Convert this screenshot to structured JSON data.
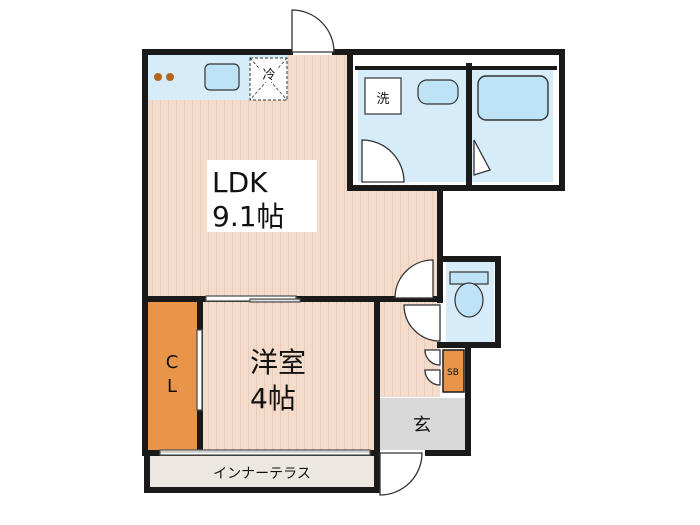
{
  "rooms": {
    "ldk_name": "LDK",
    "ldk_size": "9.1帖",
    "western_name": "洋室",
    "western_size": "4帖",
    "closet_line1": "C",
    "closet_line2": "L",
    "entrance": "玄",
    "shoe_box": "SB",
    "inner_terrace": "インナーテラス",
    "fridge": "冷",
    "washer": "洗"
  },
  "colors": {
    "wall": "#1a1a1a",
    "wood_floor": "#f3dccb",
    "wood_line": "#e4c2ab",
    "wet_area": "#d6ecf9",
    "fixture": "#bfe3f6",
    "closet": "#e8954a",
    "entrance_floor": "#d9d9d9",
    "terrace": "#ece7e1"
  }
}
